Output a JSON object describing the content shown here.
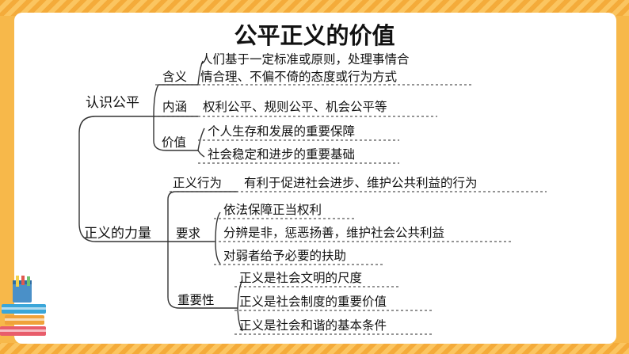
{
  "title": "公平正义的价值",
  "colors": {
    "frame": "#f7b84a",
    "line": "#333333",
    "board": "#ffffff"
  },
  "decoration": "books-and-pencils-icon",
  "fairness": {
    "root": "认识公平",
    "meaning": {
      "label": "含义",
      "line1": "人们基于一定标准或原则，处理事情合",
      "line2": "情合理、不偏不倚的态度或行为方式"
    },
    "connotation": {
      "label": "内涵",
      "text": "权利公平、规则公平、机会公平等"
    },
    "value": {
      "label": "价值",
      "items": [
        "个人生存和发展的重要保障",
        "社会稳定和进步的重要基础"
      ]
    }
  },
  "justice": {
    "root": "正义的力量",
    "act": {
      "label": "正义行为",
      "text": "有利于促进社会进步、维护公共利益的行为"
    },
    "requirements": {
      "label": "要求",
      "items": [
        "依法保障正当权利",
        "分辨是非，惩恶扬善，维护社会公共利益",
        "对弱者给予必要的扶助"
      ]
    },
    "importance": {
      "label": "重要性",
      "items": [
        "正义是社会文明的尺度",
        "正义是社会制度的重要价值",
        "正义是社会和谐的基本条件"
      ]
    }
  }
}
